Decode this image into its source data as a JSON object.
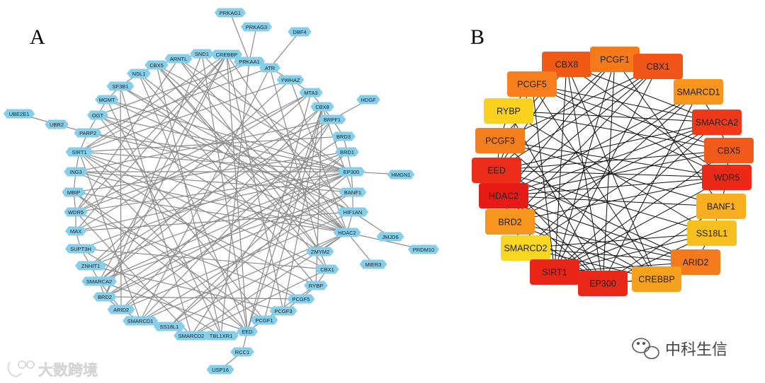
{
  "panel_a": {
    "label": "A",
    "node_color": "#87ceeb",
    "edge_color": "#8c8c8c",
    "nodes": [
      "PRKAG1",
      "PRKAG3",
      "DBF4",
      "CREBBP",
      "PRKAA1",
      "ATR",
      "SND1",
      "ARNTL",
      "CBX5",
      "NSL1",
      "YWHAZ",
      "SF3B1",
      "MTA3",
      "MGMT",
      "CBX8",
      "HDGF",
      "OGT",
      "BRPF1",
      "UBE2E1",
      "UBR2",
      "PARP2",
      "BRD3",
      "SIRT1",
      "BRD1",
      "ING3",
      "EP300",
      "HMGN1",
      "MBIP",
      "BANF1",
      "WDR5",
      "HIF1AN",
      "MAX",
      "HDAC2",
      "JMJD6",
      "PRDM10",
      "SUPT3H",
      "ZMYM2",
      "ZNHIT1",
      "MIER3",
      "CBX1",
      "SMARCA2",
      "RYBP",
      "BRD2",
      "PCGF5",
      "ARID2",
      "PCGF3",
      "SMARCD1",
      "PCGF1",
      "SS18L1",
      "EED",
      "SMARCD2",
      "TBL1XR1",
      "RCC1",
      "USP16"
    ]
  },
  "panel_b": {
    "label": "B",
    "edge_color": "#111111",
    "nodes": [
      {
        "name": "CBX8",
        "color": "#f05a14"
      },
      {
        "name": "PCGF1",
        "color": "#f57a1a"
      },
      {
        "name": "CBX1",
        "color": "#f25518"
      },
      {
        "name": "PCGF5",
        "color": "#f77f1d"
      },
      {
        "name": "SMARCD1",
        "color": "#f7951f"
      },
      {
        "name": "RYBP",
        "color": "#f8d21f"
      },
      {
        "name": "SMARCA2",
        "color": "#ee3a18"
      },
      {
        "name": "PCGF3",
        "color": "#f47f1e"
      },
      {
        "name": "CBX5",
        "color": "#f25a19"
      },
      {
        "name": "EED",
        "color": "#ec2d19"
      },
      {
        "name": "WDR5",
        "color": "#ea2a16"
      },
      {
        "name": "HDAC2",
        "color": "#e71b15"
      },
      {
        "name": "BANF1",
        "color": "#f8ae1e"
      },
      {
        "name": "BRD2",
        "color": "#f7961f"
      },
      {
        "name": "SS18L1",
        "color": "#f8c01f"
      },
      {
        "name": "SMARCD2",
        "color": "#f9d620"
      },
      {
        "name": "ARID2",
        "color": "#f47a1c"
      },
      {
        "name": "SIRT1",
        "color": "#e92518"
      },
      {
        "name": "EP300",
        "color": "#ea2818"
      },
      {
        "name": "CREBBP",
        "color": "#f7a21f"
      }
    ]
  },
  "watermarks": {
    "left_text": "大数跨境",
    "right_text": "中科生信"
  }
}
